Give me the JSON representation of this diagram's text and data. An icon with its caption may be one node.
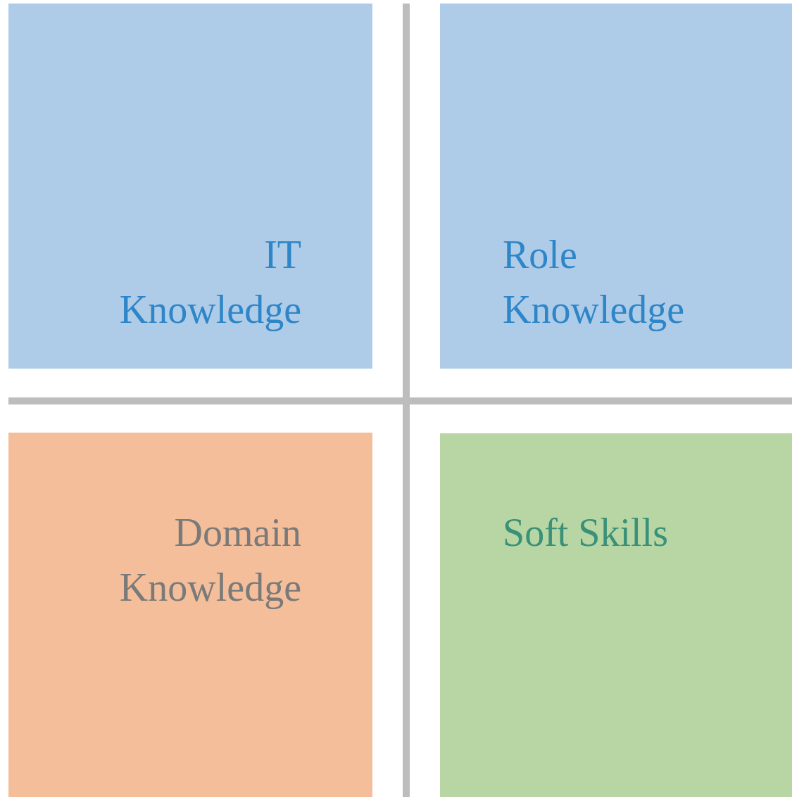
{
  "diagram": {
    "nodes": [
      {
        "text": [
          "IT Knowledge"
        ]
      },
      {
        "text": [
          "Role Knowledge"
        ]
      },
      {
        "text": [
          "Domain Knowledge"
        ]
      },
      {
        "text": [
          "Soft Skills"
        ]
      }
    ]
  }
}
